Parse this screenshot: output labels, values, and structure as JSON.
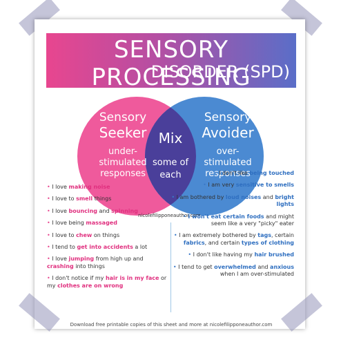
{
  "title": {
    "line1": "SENSORY PROCESSING",
    "line2": "DISORDER (SPD)"
  },
  "venn": {
    "left": {
      "heading1": "Sensory",
      "heading2": "Seeker",
      "sub1": "under-",
      "sub2": "stimulated",
      "sub3": "responses"
    },
    "middle": {
      "heading": "Mix",
      "sub1": "some of",
      "sub2": "each"
    },
    "right": {
      "heading1": "Sensory",
      "heading2": "Avoider",
      "sub1": "over-",
      "sub2": "stimulated",
      "sub3": "responses"
    }
  },
  "credit": "nicolefilipponeauthor.com",
  "seeker_items": [
    {
      "pre": "I love ",
      "hl": "making noise",
      "post": ""
    },
    {
      "pre": "I love to ",
      "hl": "smell",
      "post": " things"
    },
    {
      "pre": "I love ",
      "hl": "bouncing",
      "mid": " and ",
      "hl2": "spinning",
      "post": ""
    },
    {
      "pre": "I love being ",
      "hl": "massaged",
      "post": ""
    },
    {
      "pre": "I love to ",
      "hl": "chew",
      "post": " on things"
    },
    {
      "pre": "I tend to ",
      "hl": "get into accidents",
      "post": " a lot"
    },
    {
      "pre": "I love ",
      "hl": "jumping",
      "mid": " from high up and ",
      "hl2": "crashing",
      "post": " into things"
    },
    {
      "pre": "I don't notice if my ",
      "hl": "hair is in my face",
      "mid": " or my ",
      "hl2": "clothes are on wrong",
      "post": ""
    }
  ],
  "avoider_items": [
    {
      "pre": "I don't like ",
      "hl": "being touched",
      "post": ""
    },
    {
      "pre": "I am very ",
      "hl": "sensitive to smells",
      "post": ""
    },
    {
      "pre": "I am bothered by ",
      "hl": "loud noises",
      "mid": " and ",
      "hl2": "bright lights",
      "post": ""
    },
    {
      "pre": "",
      "hl": "I won't eat certain foods",
      "post": " and might seem like a very \"picky\" eater"
    },
    {
      "pre": "I am extremely bothered by ",
      "hl": "tags",
      "mid": ", certain ",
      "hl2": "fabrics",
      "mid2": ", and certain ",
      "hl3": "types of clothing",
      "post": ""
    },
    {
      "pre": "I don't like having my ",
      "hl": "hair brushed",
      "post": ""
    },
    {
      "pre": "I tend to get ",
      "hl": "overwhelmed",
      "mid": " and ",
      "hl2": "anxious",
      "post": " when I am over-stimulated"
    }
  ],
  "footer": "Download free printable copies of this sheet and more at nicolefilipponeauthor.com",
  "colors": {
    "pink": "#e8468f",
    "blue": "#3a79c8",
    "overlap": "#4a3f9a"
  }
}
